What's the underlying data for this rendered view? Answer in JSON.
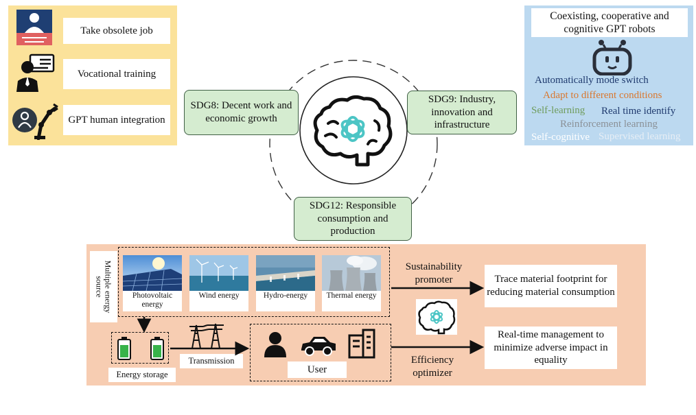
{
  "left_panel": {
    "items": [
      {
        "label": "Take obsolete job",
        "icon": "presenter-at-podium-icon"
      },
      {
        "label": "Vocational training",
        "icon": "person-with-presentation-board-icon"
      },
      {
        "label": "GPT human integration",
        "icon": "human-and-robot-arm-icon"
      }
    ]
  },
  "right_panel": {
    "title": "Coexisting, cooperative and cognitive GPT robots",
    "icon": "robot-head-icon",
    "features": [
      {
        "text": "Automatically mode switch",
        "color": "#1f3a6e"
      },
      {
        "text": "Adapt to different conditions",
        "color": "#d9772e"
      },
      {
        "text": "Self-learning",
        "color": "#6f9c5c"
      },
      {
        "text": "Real time identify",
        "color": "#1f3a6e"
      },
      {
        "text": "Reinforcement learning",
        "color": "#8a9096"
      },
      {
        "text": "Self-cognitive",
        "color": "#ffffff"
      },
      {
        "text": "Supervised learning",
        "color": "#e7eef5"
      }
    ]
  },
  "sdg": {
    "center_icon": "ai-brain-icon",
    "sdg8": "SDG8: Decent work and economic growth",
    "sdg9": "SDG9: Industry, innovation and infrastructure",
    "sdg12": "SDG12: Responsible consumption and production"
  },
  "bottom": {
    "multiple_energy_source": "Multiple energy source",
    "energies": [
      {
        "label": "Photovoltaic energy",
        "icon": "solar-panel-photo"
      },
      {
        "label": "Wind energy",
        "icon": "wind-turbine-photo"
      },
      {
        "label": "Hydro-energy",
        "icon": "dam-photo"
      },
      {
        "label": "Thermal energy",
        "icon": "cooling-tower-photo"
      }
    ],
    "energy_storage": "Energy storage",
    "transmission": "Transmission",
    "user": "User",
    "sustainability_promoter": "Sustainability promoter",
    "efficiency_optimizer": "Efficiency optimizer",
    "trace_material": "Trace material footprint for reducing material consumption",
    "realtime_management": "Real-time management to minimize adverse impact in equality",
    "colors": {
      "panel": "#f7cdb2",
      "battery": "#37b34a",
      "sdg_fill": "#d5ecd0"
    }
  }
}
